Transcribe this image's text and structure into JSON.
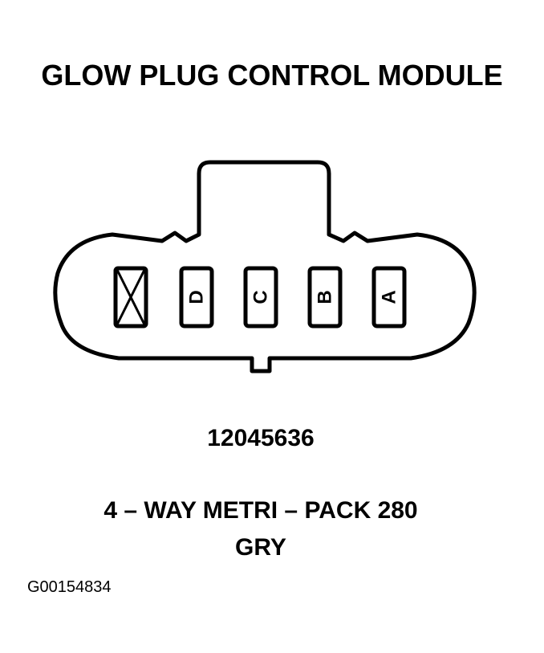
{
  "title": "GLOW PLUG CONTROL MODULE",
  "connector": {
    "pins": [
      {
        "label": "",
        "state": "unused"
      },
      {
        "label": "D",
        "state": "used"
      },
      {
        "label": "C",
        "state": "used"
      },
      {
        "label": "B",
        "state": "used"
      },
      {
        "label": "A",
        "state": "used"
      }
    ]
  },
  "part_number": "12045636",
  "description_line1": "4 – WAY METRI – PACK 280",
  "description_line2": "GRY",
  "figure_id": "G00154834",
  "colors": {
    "ink": "#000000",
    "background": "#ffffff"
  }
}
